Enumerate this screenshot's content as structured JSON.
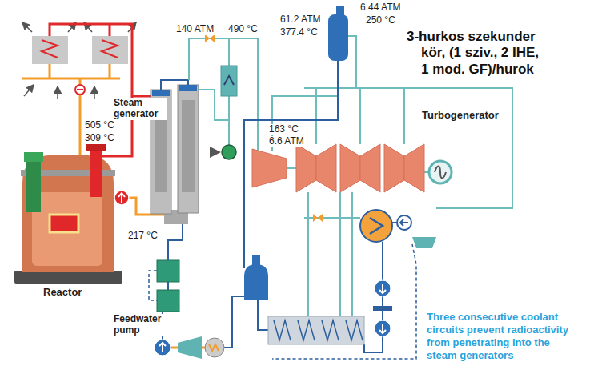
{
  "diagram": {
    "title": "3-hurkos szekunder kör, (1 sziv., 2 IHE, 1 mod. GF)/hurok",
    "caption": "Three consecutive coolant circuits prevent radioactivity from penetrating into the steam generators",
    "labels": [
      "6.44 ATM",
      "250 °C",
      "140 ATM",
      "490 °C",
      "61.2 ATM",
      "377.4 °C",
      "Steam generator",
      "Turbogenerator",
      "163 °C",
      "6.6 ATM",
      "505 °C",
      "309 °C",
      "217 °C",
      "Reactor",
      "Feedwater pump"
    ]
  }
}
